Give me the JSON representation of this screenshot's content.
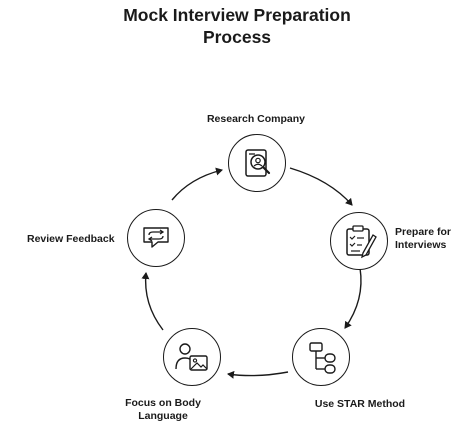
{
  "title": {
    "line1": "Mock Interview Preparation",
    "line2": "Process"
  },
  "steps": [
    {
      "label": "Research Company",
      "icon": "research-search-icon"
    },
    {
      "label_line1": "Prepare for",
      "label_line2": "Interviews",
      "icon": "clipboard-pencil-icon"
    },
    {
      "label": "Use STAR Method",
      "icon": "flowchart-icon"
    },
    {
      "label_line1": "Focus on Body",
      "label_line2": "Language",
      "icon": "person-image-icon"
    },
    {
      "label": "Review Feedback",
      "icon": "chat-cycle-icon"
    }
  ],
  "colors": {
    "stroke": "#1a1a1a",
    "background": "#ffffff"
  }
}
